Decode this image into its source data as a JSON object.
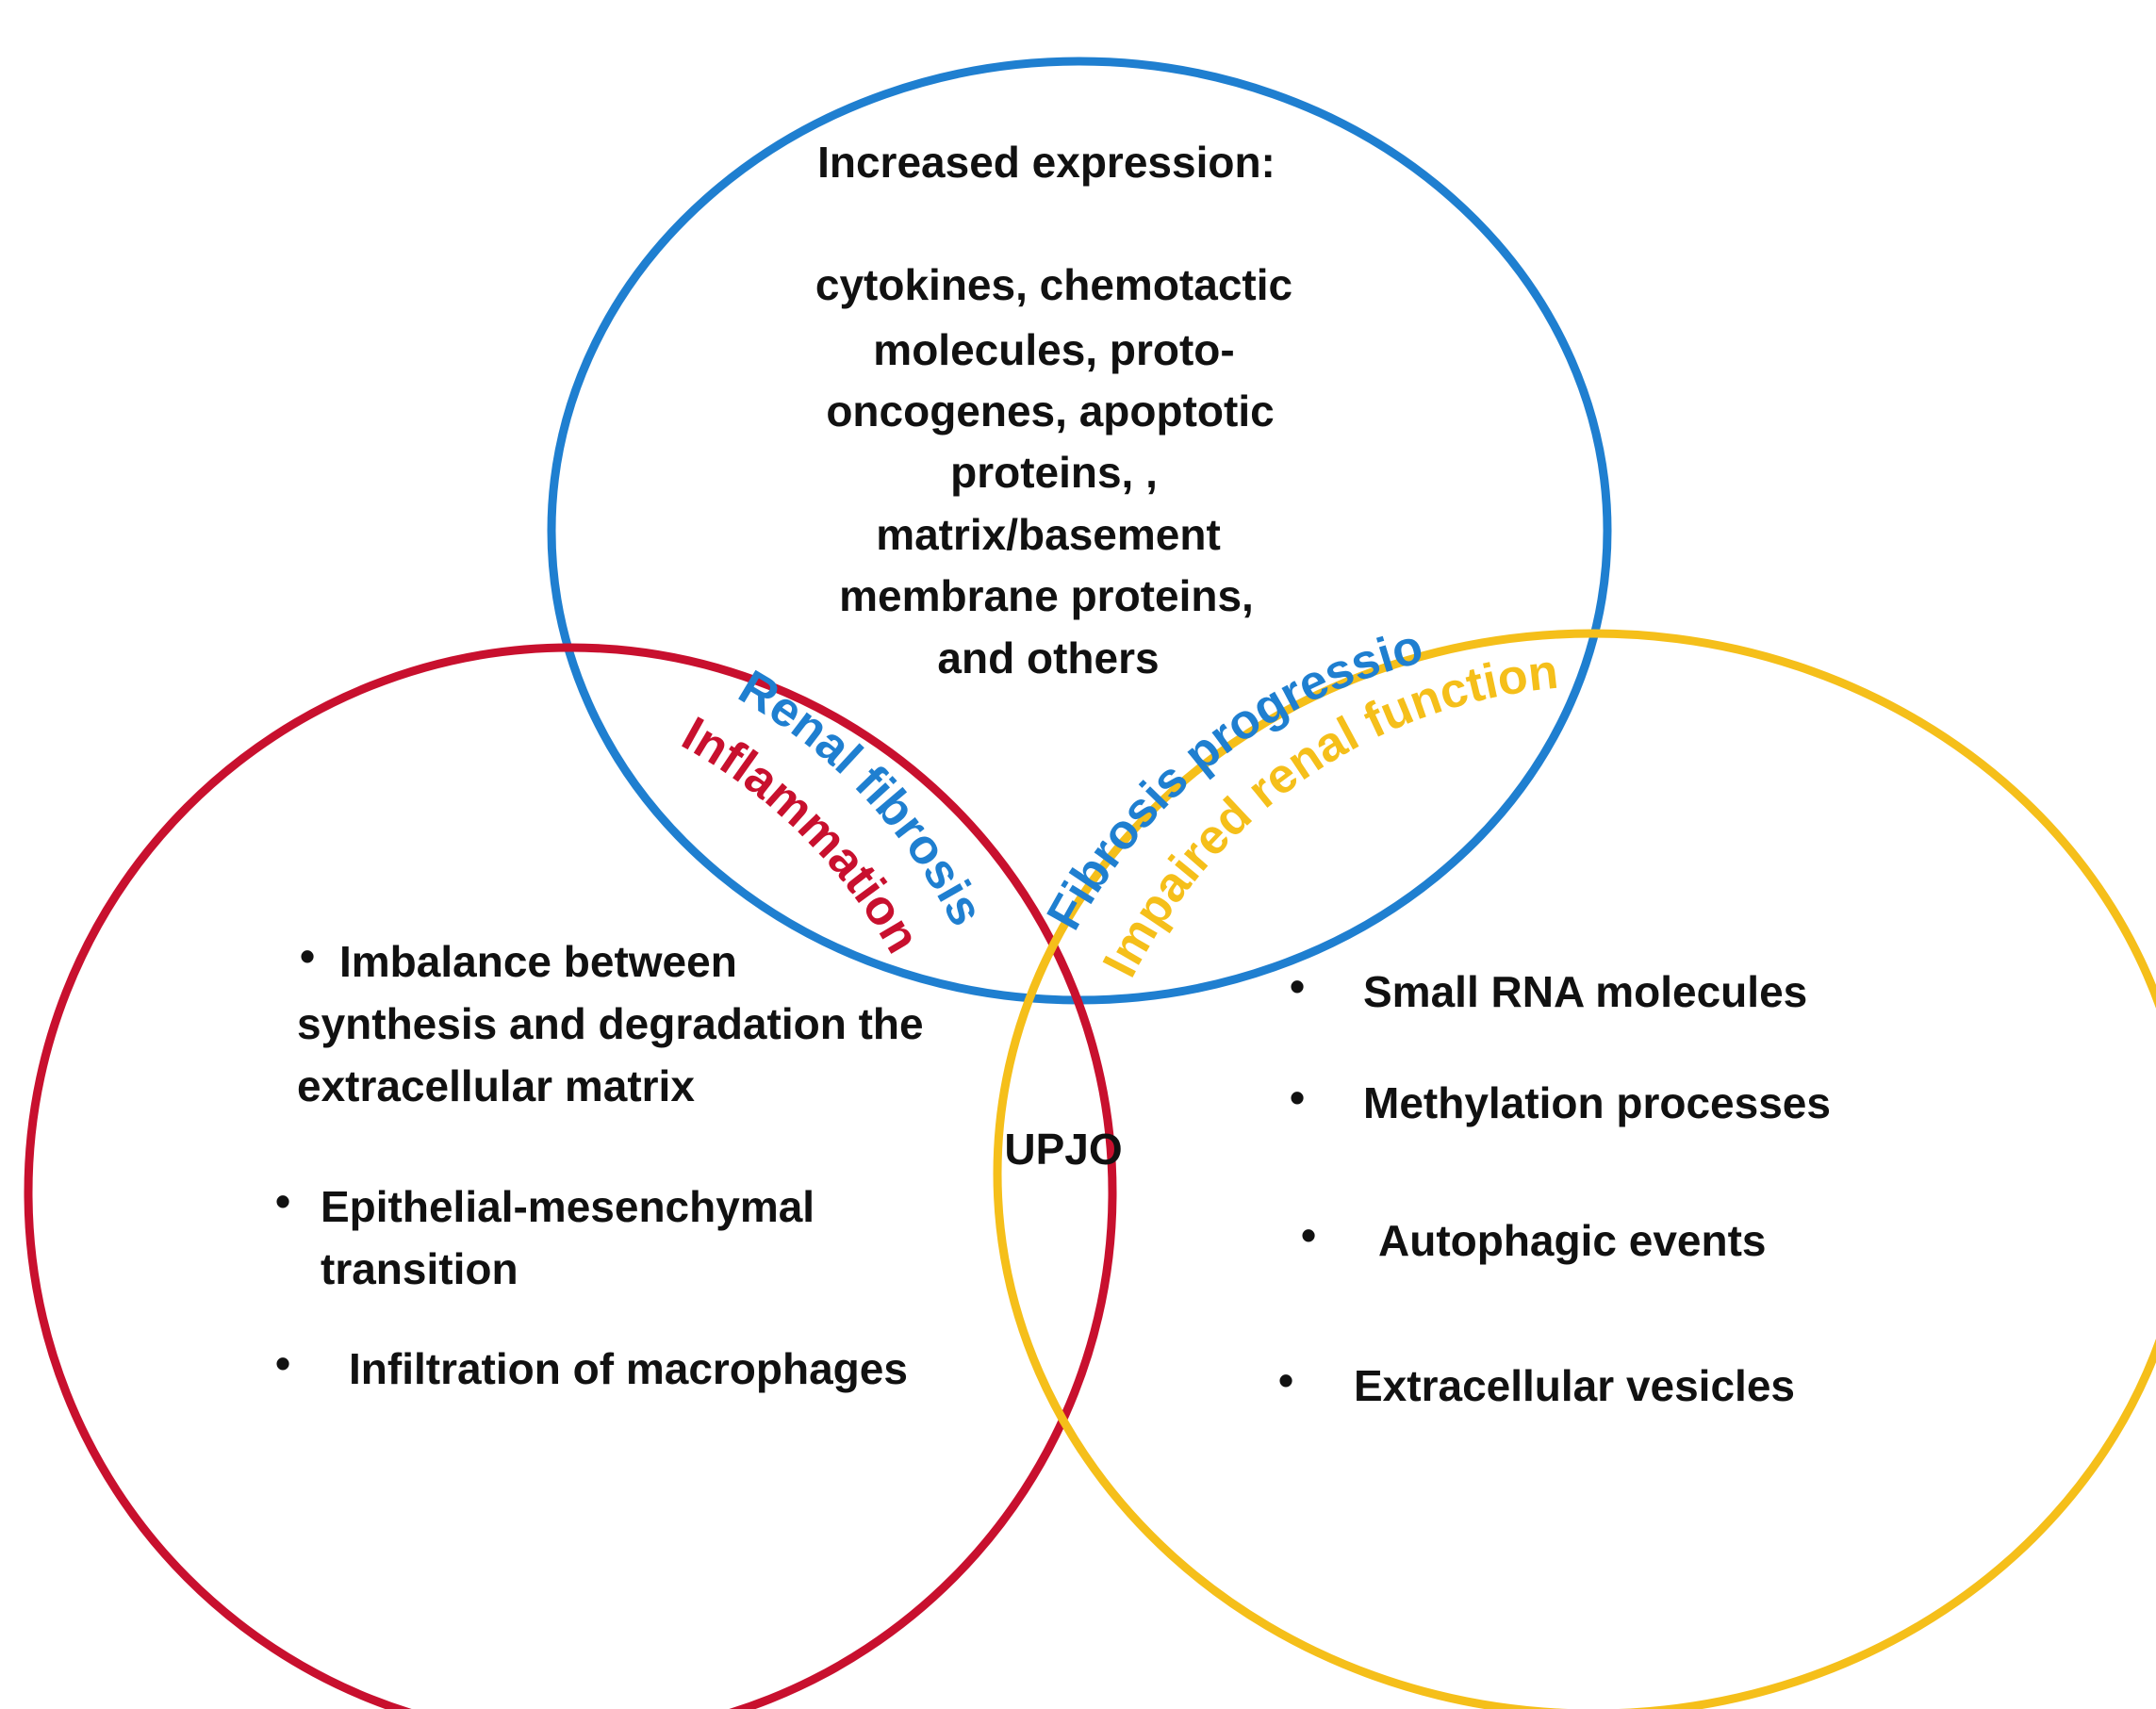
{
  "colors": {
    "blue": "#1f7fd0",
    "red": "#c8102e",
    "yellow": "#f5bf1a",
    "text": "#111111"
  },
  "top_circle": {
    "heading": "Increased expression:",
    "lines": [
      "cytokines, chemotactic",
      "molecules, proto-",
      "oncogenes, apoptotic",
      "proteins, ,",
      "matrix/basement",
      "membrane proteins,",
      "and others"
    ]
  },
  "overlap_labels": {
    "blue_red_outer": "Renal fibrosis",
    "blue_red_inner": "Inflammation",
    "blue_yellow_outer": "Fibrosis progression",
    "blue_yellow_inner": "Impaired renal function"
  },
  "center_label": "UPJO",
  "left_circle": {
    "bullet_symbol": "•",
    "items": [
      [
        "Imbalance between",
        "synthesis  and degradation the",
        "extracellular matrix"
      ],
      [
        "Epithelial-mesenchymal",
        "transition"
      ],
      [
        "Infiltration  of macrophages"
      ]
    ]
  },
  "right_circle": {
    "bullet_symbol": "•",
    "items": [
      "Small RNA molecules",
      "Methylation processes",
      "Autophagic events",
      "Extracellular vesicles"
    ]
  }
}
